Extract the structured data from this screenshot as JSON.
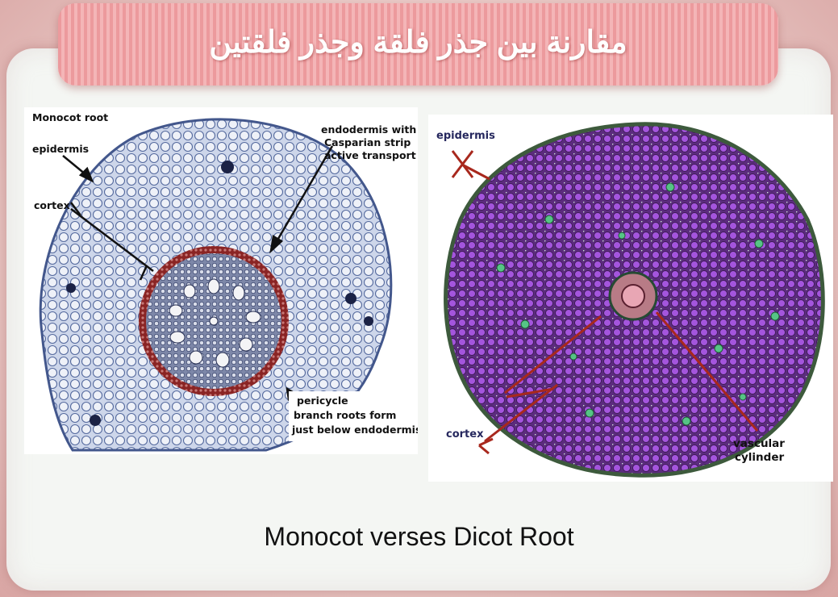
{
  "title": "مقارنة بين جذر فلقة وجذر فلقتين",
  "caption": "Monocot verses Dicot Root",
  "monocot": {
    "heading": "Monocot root",
    "labels": {
      "epidermis": "epidermis",
      "cortex": "cortex",
      "endodermis_1": "endodermis with",
      "endodermis_2": "Casparian strip",
      "endodermis_3": "active transport",
      "pericycle_1": "pericycle",
      "pericycle_2": "branch roots form",
      "pericycle_3": "just below endodermis"
    }
  },
  "dicot": {
    "labels": {
      "epidermis": "epidermis",
      "cortex": "cortex",
      "vascular_1": "vascular",
      "vascular_2": "cylinder"
    }
  },
  "colors": {
    "banner": "#ec9a9d",
    "monocot_tissue": "#9fb0d4",
    "endodermis_ring": "#8a2424",
    "dicot_tissue": "#8b3fc9",
    "pointer_red": "#a8281d"
  }
}
